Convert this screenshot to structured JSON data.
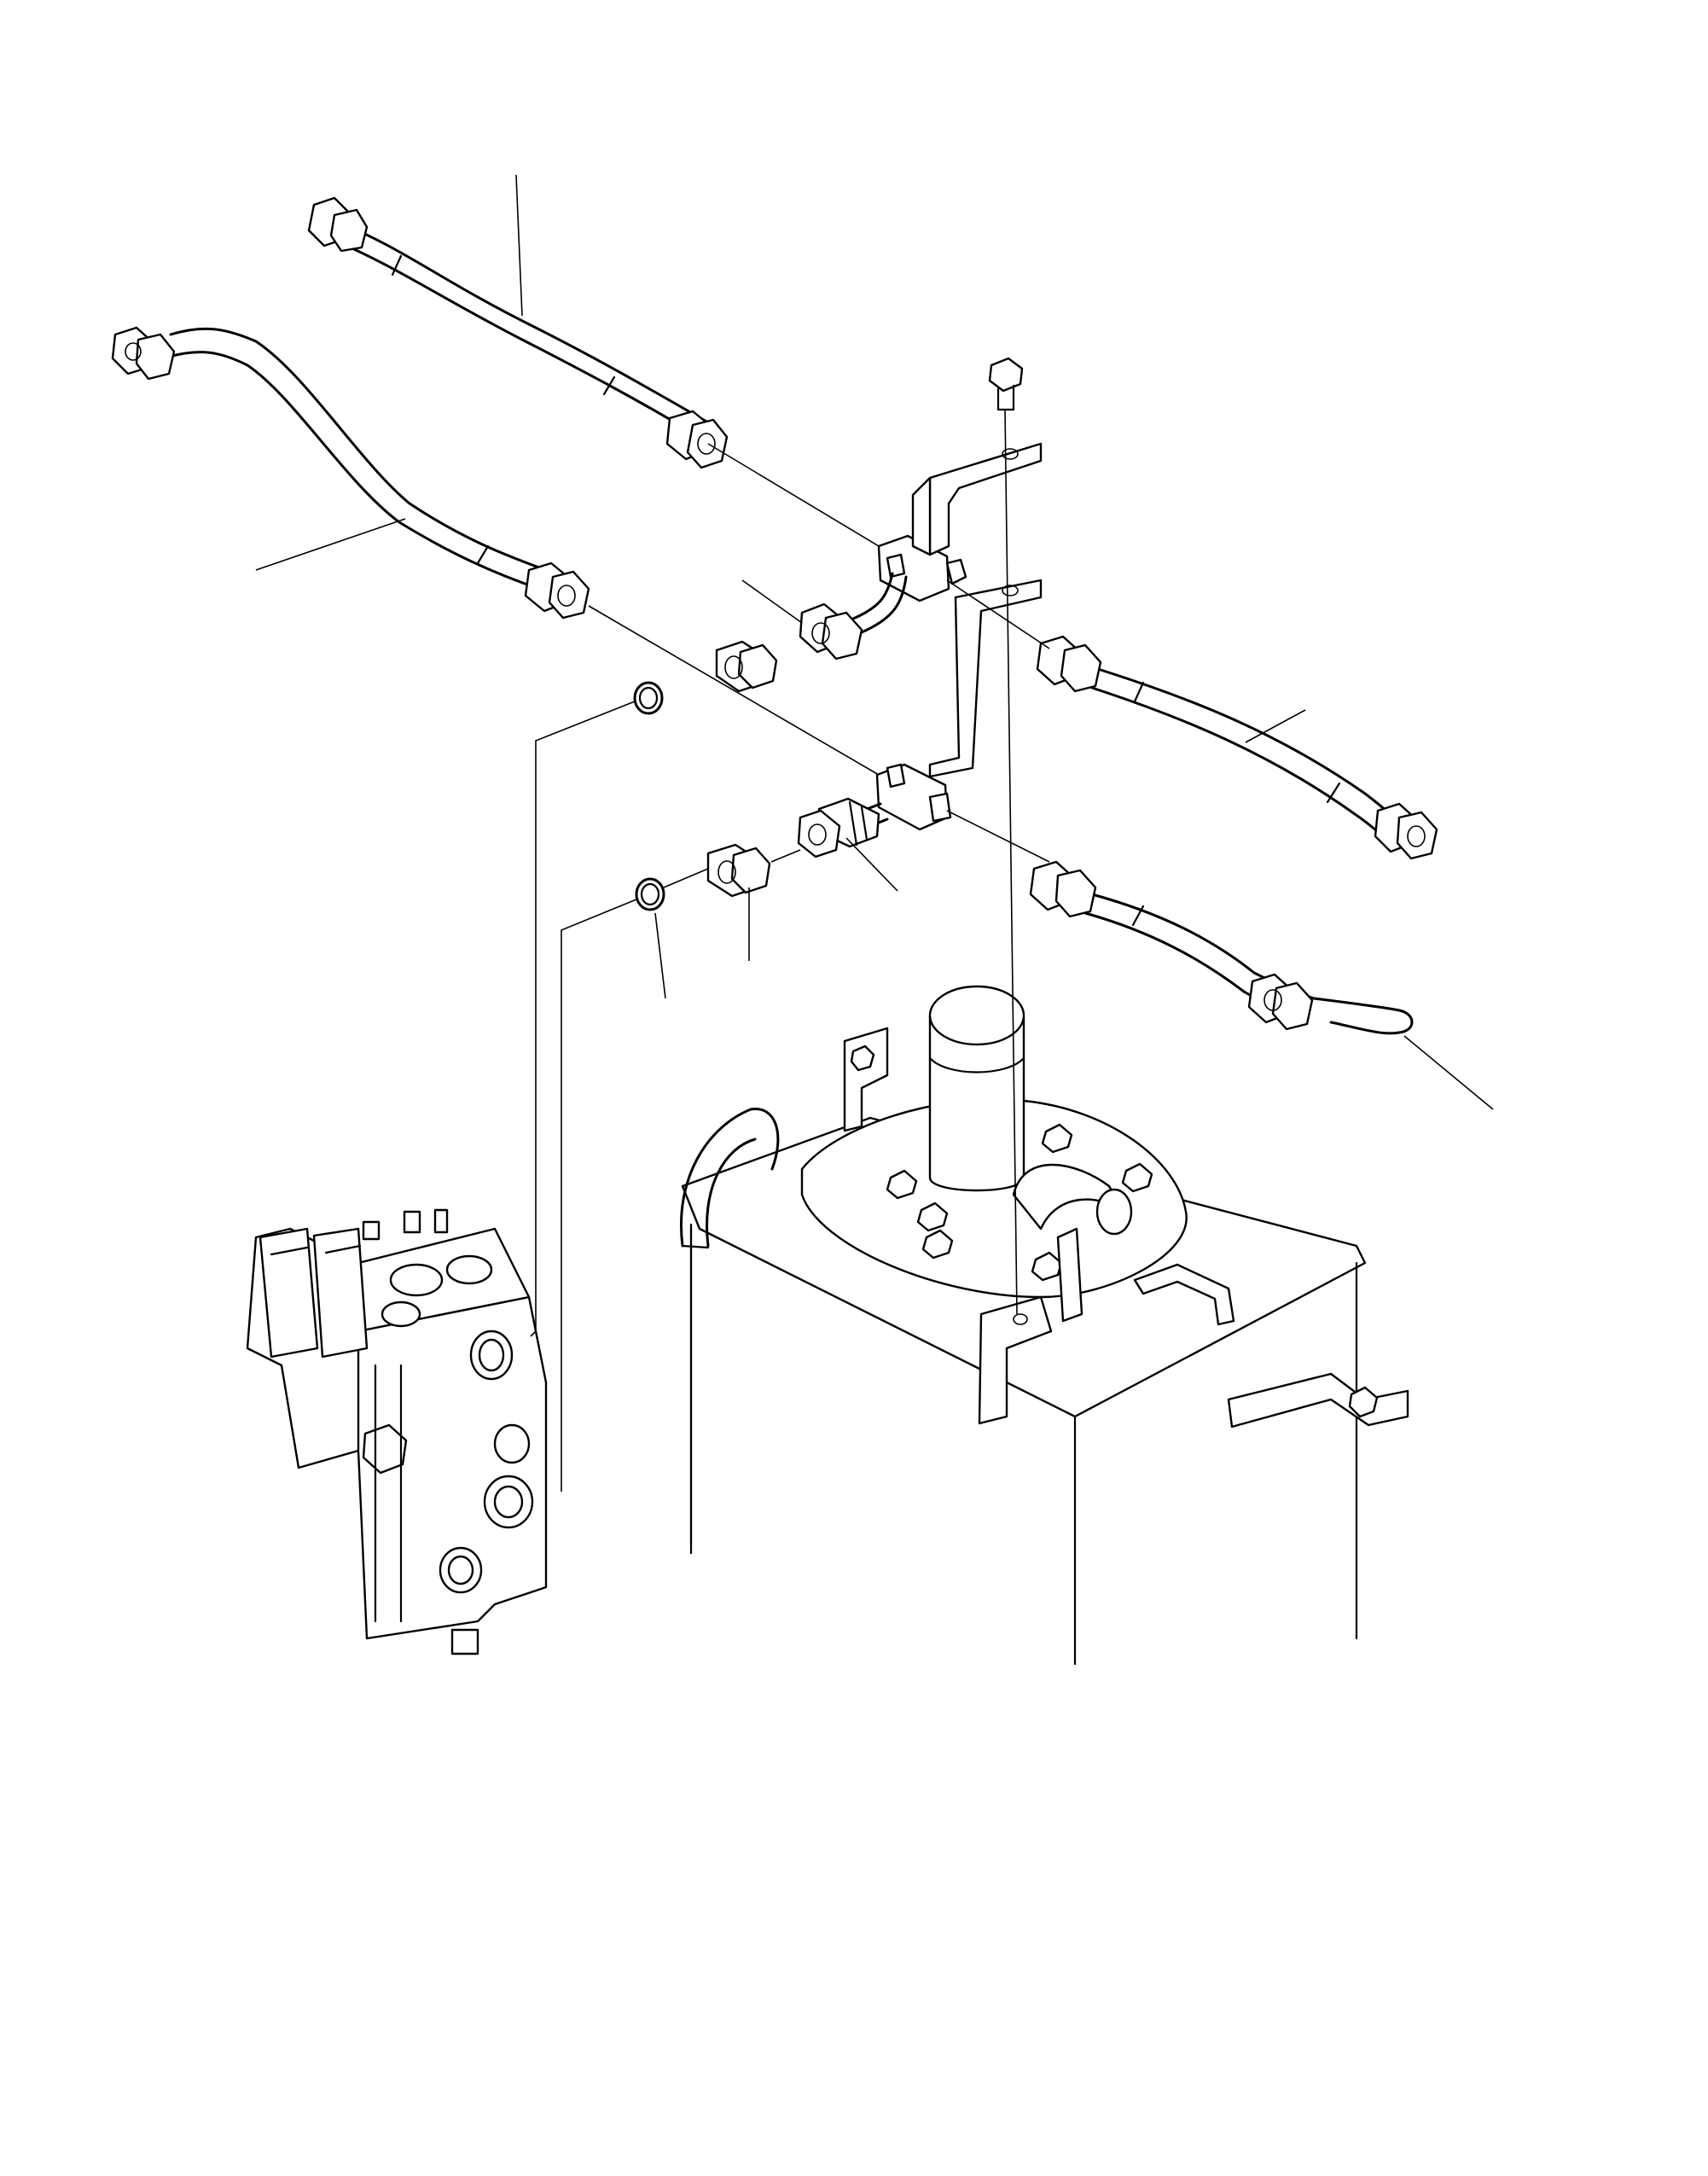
{
  "diagram": {
    "type": "exploded-parts-view",
    "callout_labels": [],
    "components": [
      {
        "name": "hose",
        "icon": "hose-icon"
      },
      {
        "name": "hose",
        "icon": "hose-icon"
      },
      {
        "name": "hose",
        "icon": "hose-icon"
      },
      {
        "name": "hose",
        "icon": "hose-icon"
      },
      {
        "name": "tee-fitting",
        "icon": "tee-fitting-icon"
      },
      {
        "name": "tee-fitting",
        "icon": "tee-fitting-icon"
      },
      {
        "name": "elbow-fitting",
        "icon": "elbow-fitting-icon"
      },
      {
        "name": "connector",
        "icon": "connector-icon"
      },
      {
        "name": "adapter",
        "icon": "adapter-icon"
      },
      {
        "name": "adapter",
        "icon": "adapter-icon"
      },
      {
        "name": "o-ring",
        "icon": "o-ring-icon"
      },
      {
        "name": "o-ring",
        "icon": "o-ring-icon"
      },
      {
        "name": "bracket",
        "icon": "bracket-icon"
      },
      {
        "name": "bolt",
        "icon": "bolt-icon"
      },
      {
        "name": "control-valve",
        "icon": "control-valve-icon"
      },
      {
        "name": "hydraulic-tank",
        "icon": "tank-icon"
      },
      {
        "name": "clamp",
        "icon": "clamp-icon"
      }
    ]
  }
}
